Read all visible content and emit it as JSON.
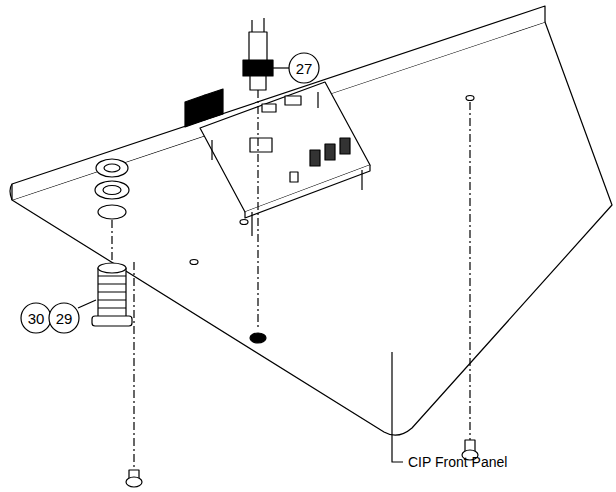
{
  "diagram": {
    "labels": [
      "27",
      "30",
      "29",
      "CIP Front Panel"
    ]
  }
}
